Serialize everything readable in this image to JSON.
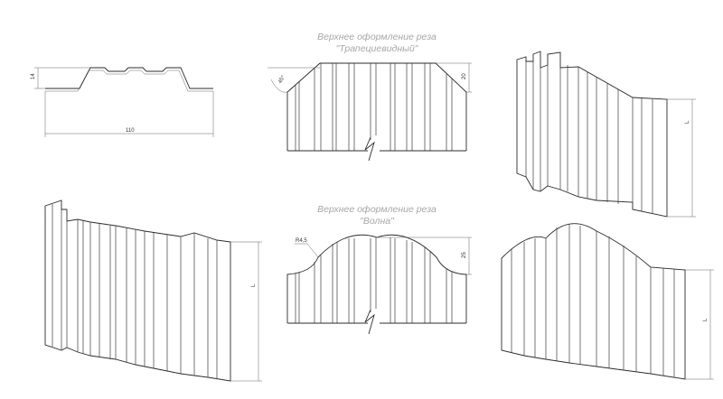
{
  "captions": {
    "trapezoid_line1": "Верхнее оформление реза",
    "trapezoid_line2": "\"Трапециевидный\"",
    "wave_line1": "Верхнее оформление реза",
    "wave_line2": "\"Волна\""
  },
  "dimensions": {
    "profile_height": "14",
    "profile_width": "110",
    "trap_angle": "45°",
    "trap_rise": "20",
    "wave_radius": "R4,5",
    "wave_rise": "25",
    "length_label": "L"
  }
}
